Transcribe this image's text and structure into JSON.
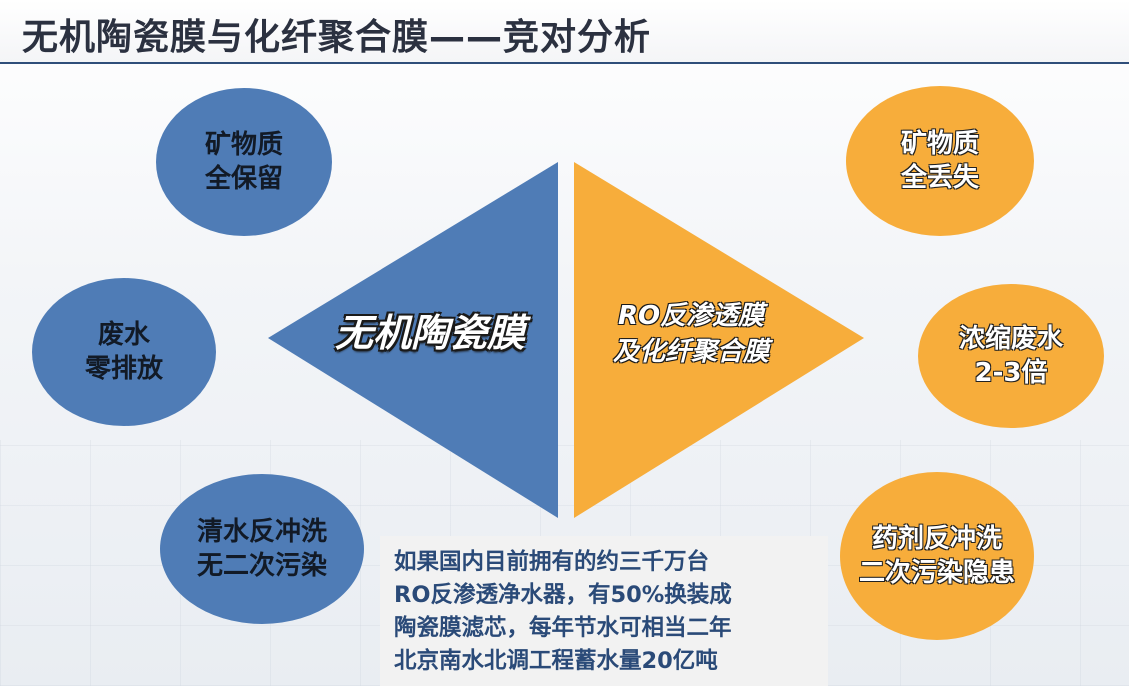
{
  "title": "无机陶瓷膜与化纤聚合膜——竞对分析",
  "colors": {
    "blue": "#4f7cb6",
    "orange": "#f7ad3b",
    "title_rule": "#2f4e7a"
  },
  "center": {
    "left_label": "无机陶瓷膜",
    "right_label_lines": [
      "RO反渗透膜",
      "及化纤聚合膜"
    ]
  },
  "ceramic_features": [
    {
      "lines": [
        "矿物质",
        "全保留"
      ]
    },
    {
      "lines": [
        "废水",
        "零排放"
      ]
    },
    {
      "lines": [
        "清水反冲洗",
        "无二次污染"
      ]
    }
  ],
  "polymer_features": [
    {
      "lines": [
        "矿物质",
        "全丢失"
      ]
    },
    {
      "lines": [
        "浓缩废水",
        "2-3倍"
      ]
    },
    {
      "lines": [
        "药剂反冲洗",
        "二次污染隐患"
      ]
    }
  ],
  "note_lines": [
    "如果国内目前拥有的约三千万台",
    "RO反渗透净水器，有50%换装成",
    "陶瓷膜滤芯，每年节水可相当二年",
    "北京南水北调工程蓄水量20亿吨"
  ]
}
